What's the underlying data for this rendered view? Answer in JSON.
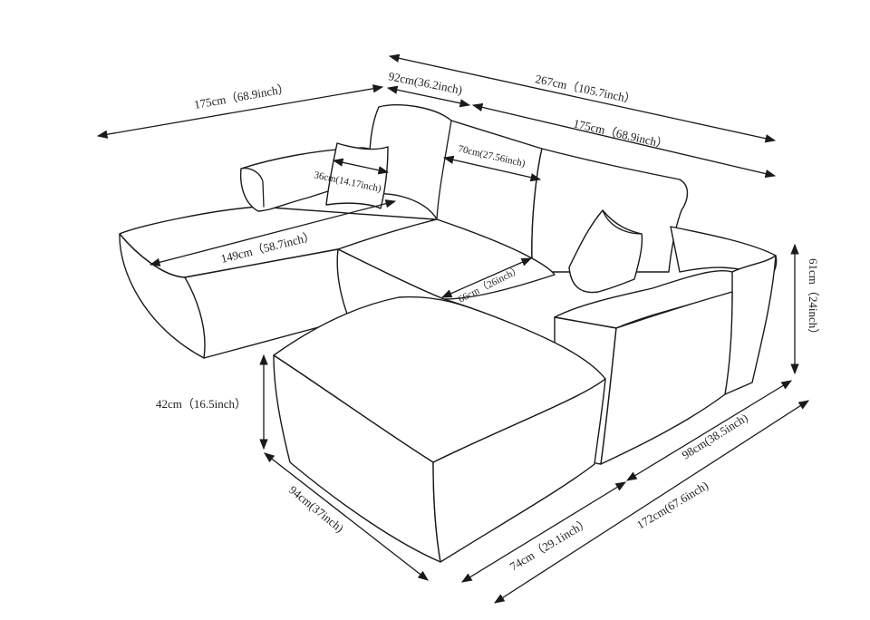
{
  "dimensions": {
    "chaise_length_top": "175cm（68.9inch）",
    "armrest_depth": "92cm(36.2inch)",
    "total_length": "267cm（105.7inch）",
    "sofa_length": "175cm（68.9inch）",
    "seat_back_width": "70cm(27.56inch)",
    "pillow_width": "36cm(14.17inch)",
    "chaise_length_seat": "149cm（58.7inch）",
    "seat_depth": "66cm（26inch）",
    "back_height": "61cm（24inch）",
    "ottoman_height": "42cm（16.5inch）",
    "side_depth": "98cm(38.5inch)",
    "ottoman_depth": "94cm(37inch)",
    "ottoman_width": "74cm（29.1inch）",
    "total_depth": "172cm(67.6inch)"
  },
  "colors": {
    "line": "#1a1a1a",
    "background": "#ffffff"
  }
}
